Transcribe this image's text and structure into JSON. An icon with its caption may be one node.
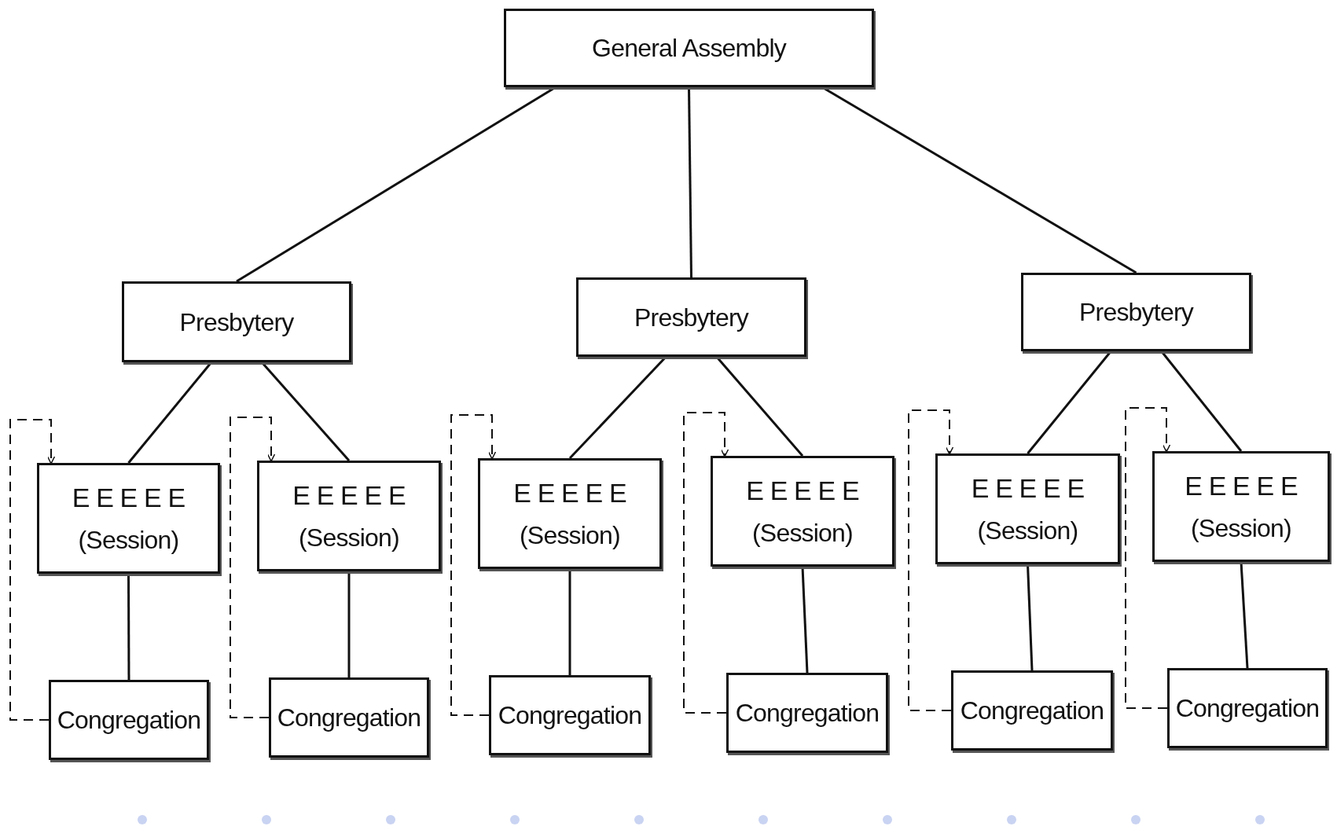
{
  "diagram": {
    "nodes": [
      {
        "text": [
          "General Assembly"
        ]
      },
      {
        "text": [
          "Presbytery"
        ]
      },
      {
        "text": [
          "Presbytery"
        ]
      },
      {
        "text": [
          "Presbytery"
        ]
      },
      {
        "text": [
          "E E E E E",
          "(Session)"
        ]
      },
      {
        "text": [
          "E E E E E",
          "(Session)"
        ]
      },
      {
        "text": [
          "E E E E E",
          "(Session)"
        ]
      },
      {
        "text": [
          "E E E E E",
          "(Session)"
        ]
      },
      {
        "text": [
          "E E E E E",
          "(Session)"
        ]
      },
      {
        "text": [
          "E E E E E",
          "(Session)"
        ]
      },
      {
        "text": [
          "Congregation"
        ]
      },
      {
        "text": [
          "Congregation"
        ]
      },
      {
        "text": [
          "Congregation"
        ]
      },
      {
        "text": [
          "Congregation"
        ]
      },
      {
        "text": [
          "Congregation"
        ]
      },
      {
        "text": [
          "Congregation"
        ]
      }
    ],
    "edges": [
      {
        "from": 0,
        "to": 1,
        "arrow": "none"
      },
      {
        "from": 0,
        "to": 2,
        "arrow": "none"
      },
      {
        "from": 0,
        "to": 3,
        "arrow": "none"
      },
      {
        "from": 1,
        "to": 4,
        "arrow": "none"
      },
      {
        "from": 1,
        "to": 5,
        "arrow": "none"
      },
      {
        "from": 2,
        "to": 6,
        "arrow": "none"
      },
      {
        "from": 2,
        "to": 7,
        "arrow": "none"
      },
      {
        "from": 3,
        "to": 8,
        "arrow": "none"
      },
      {
        "from": 3,
        "to": 9,
        "arrow": "none"
      },
      {
        "from": 4,
        "to": 10,
        "arrow": "none"
      },
      {
        "from": 5,
        "to": 11,
        "arrow": "none"
      },
      {
        "from": 6,
        "to": 12,
        "arrow": "none"
      },
      {
        "from": 7,
        "to": 13,
        "arrow": "none"
      },
      {
        "from": 8,
        "to": 14,
        "arrow": "none"
      },
      {
        "from": 9,
        "to": 15,
        "arrow": "none"
      },
      {
        "from": 10,
        "to": 4,
        "arrow": "to",
        "style": "dashed"
      },
      {
        "from": 11,
        "to": 5,
        "arrow": "to",
        "style": "dashed"
      },
      {
        "from": 12,
        "to": 6,
        "arrow": "to",
        "style": "dashed"
      },
      {
        "from": 13,
        "to": 7,
        "arrow": "to",
        "style": "dashed"
      },
      {
        "from": 14,
        "to": 8,
        "arrow": "to",
        "style": "dashed"
      },
      {
        "from": 15,
        "to": 9,
        "arrow": "to",
        "style": "dashed"
      }
    ]
  }
}
